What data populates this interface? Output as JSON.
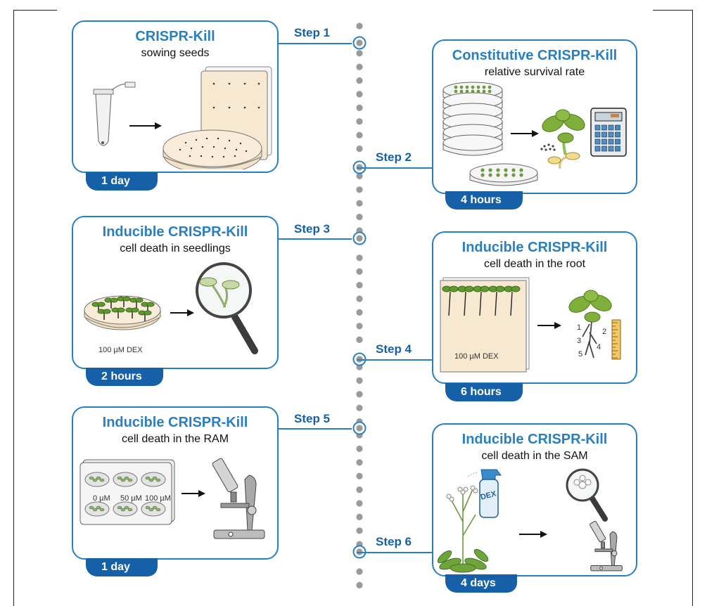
{
  "steps": [
    {
      "label": "Step 1",
      "title": "CRISPR-Kill",
      "subtitle": "sowing seeds",
      "duration": "1 day"
    },
    {
      "label": "Step 2",
      "title": "Constitutive CRISPR-Kill",
      "subtitle": "relative survival rate",
      "duration": "4 hours"
    },
    {
      "label": "Step 3",
      "title": "Inducible CRISPR-Kill",
      "subtitle": "cell death in seedlings",
      "duration": "2 hours"
    },
    {
      "label": "Step 4",
      "title": "Inducible CRISPR-Kill",
      "subtitle": "cell death in the root",
      "duration": "6 hours"
    },
    {
      "label": "Step 5",
      "title": "Inducible CRISPR-Kill",
      "subtitle": "cell death in the RAM",
      "duration": "1 day"
    },
    {
      "label": "Step 6",
      "title": "Inducible CRISPR-Kill",
      "subtitle": "cell death in the SAM",
      "duration": "4 days"
    }
  ],
  "art_labels": {
    "dex_seedlings": "100 µM DEX",
    "dex_root": "100 µM DEX",
    "conc_0": "0 µM",
    "conc_50": "50 µM",
    "conc_100": "100 µM",
    "spray_bottle": "DEX",
    "root_nums": [
      "1",
      "2",
      "3",
      "4",
      "5"
    ]
  },
  "colors": {
    "accent": "#2a7fc1",
    "badge": "#1660a8",
    "dot": "#9a9a9a"
  }
}
